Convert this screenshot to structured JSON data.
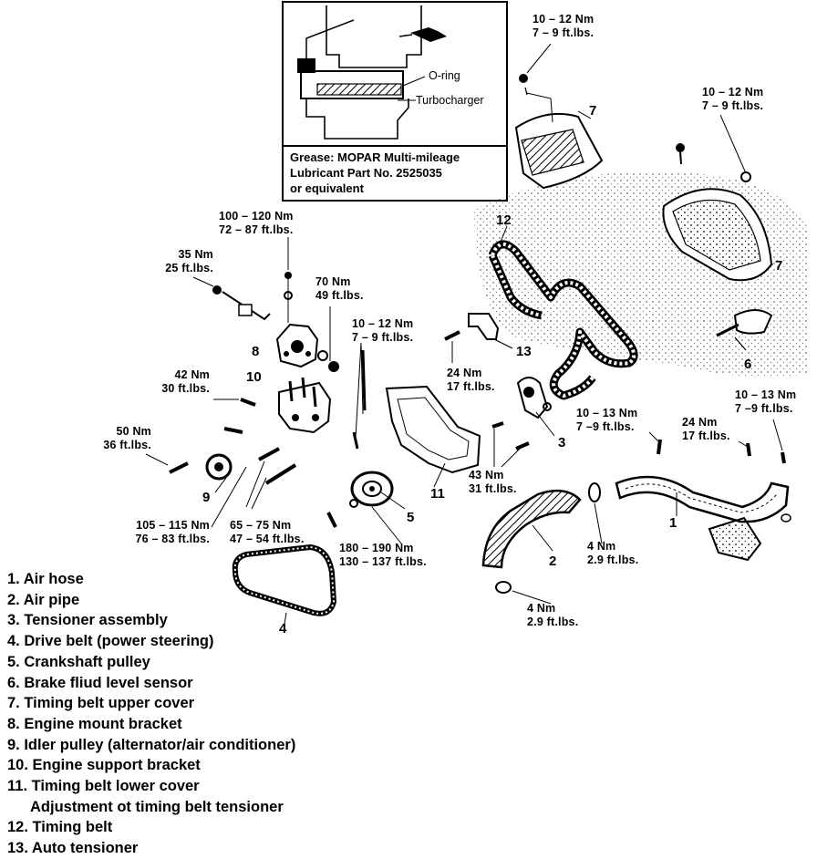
{
  "inset": {
    "label_oring": "O-ring",
    "label_turbo": "Turbocharger",
    "caption_1": "Grease: MOPAR Multi-mileage",
    "caption_2": "Lubricant Part No. 2525035",
    "caption_3": "or equivalent"
  },
  "torques": {
    "t1": [
      "10 – 12 Nm",
      "7 – 9 ft.lbs."
    ],
    "t2": [
      "10 – 12 Nm",
      "7 – 9 ft.lbs."
    ],
    "t3": [
      "100 – 120 Nm",
      "72 – 87 ft.lbs."
    ],
    "t4": [
      "35 Nm",
      "25 ft.lbs."
    ],
    "t5": [
      "70 Nm",
      "49 ft.lbs."
    ],
    "t6": [
      "10 – 12 Nm",
      "7 – 9 ft.lbs."
    ],
    "t7": [
      "42 Nm",
      "30 ft.lbs."
    ],
    "t8": [
      "24 Nm",
      "17 ft.lbs."
    ],
    "t9": [
      "50 Nm",
      "36 ft.lbs."
    ],
    "t10": [
      "10 – 13 Nm",
      "7 –9 ft.lbs."
    ],
    "t11": [
      "24 Nm",
      "17 ft.lbs."
    ],
    "t12": [
      "10 – 13 Nm",
      "7 –9 ft.lbs."
    ],
    "t13": [
      "43 Nm",
      "31 ft.lbs."
    ],
    "t14": [
      "105 – 115 Nm",
      "76 – 83 ft.lbs."
    ],
    "t15": [
      "65 – 75 Nm",
      "47 – 54 ft.lbs."
    ],
    "t16": [
      "180 – 190 Nm",
      "130 – 137 ft.lbs."
    ],
    "t17": [
      "4 Nm",
      "2.9 ft.lbs."
    ],
    "t18": [
      "4 Nm",
      "2.9 ft.lbs."
    ]
  },
  "callouts": {
    "c7a": "7",
    "c7b": "7",
    "c12": "12",
    "c6": "6",
    "c13": "13",
    "c8": "8",
    "c10": "10",
    "c3": "3",
    "c9": "9",
    "c11": "11",
    "c5": "5",
    "c1": "1",
    "c2": "2",
    "c4": "4"
  },
  "legend": [
    "1. Air hose",
    "2. Air pipe",
    "3. Tensioner assembly",
    "4. Drive belt (power steering)",
    "5. Crankshaft pulley",
    "6. Brake fliud level sensor",
    "7. Timing belt upper cover",
    "8. Engine mount bracket",
    "9. Idler pulley (alternator/air conditioner)",
    "10. Engine support bracket",
    "11. Timing belt lower cover",
    "Adjustment ot timing belt tensioner",
    "12. Timing belt",
    "13. Auto tensioner"
  ]
}
